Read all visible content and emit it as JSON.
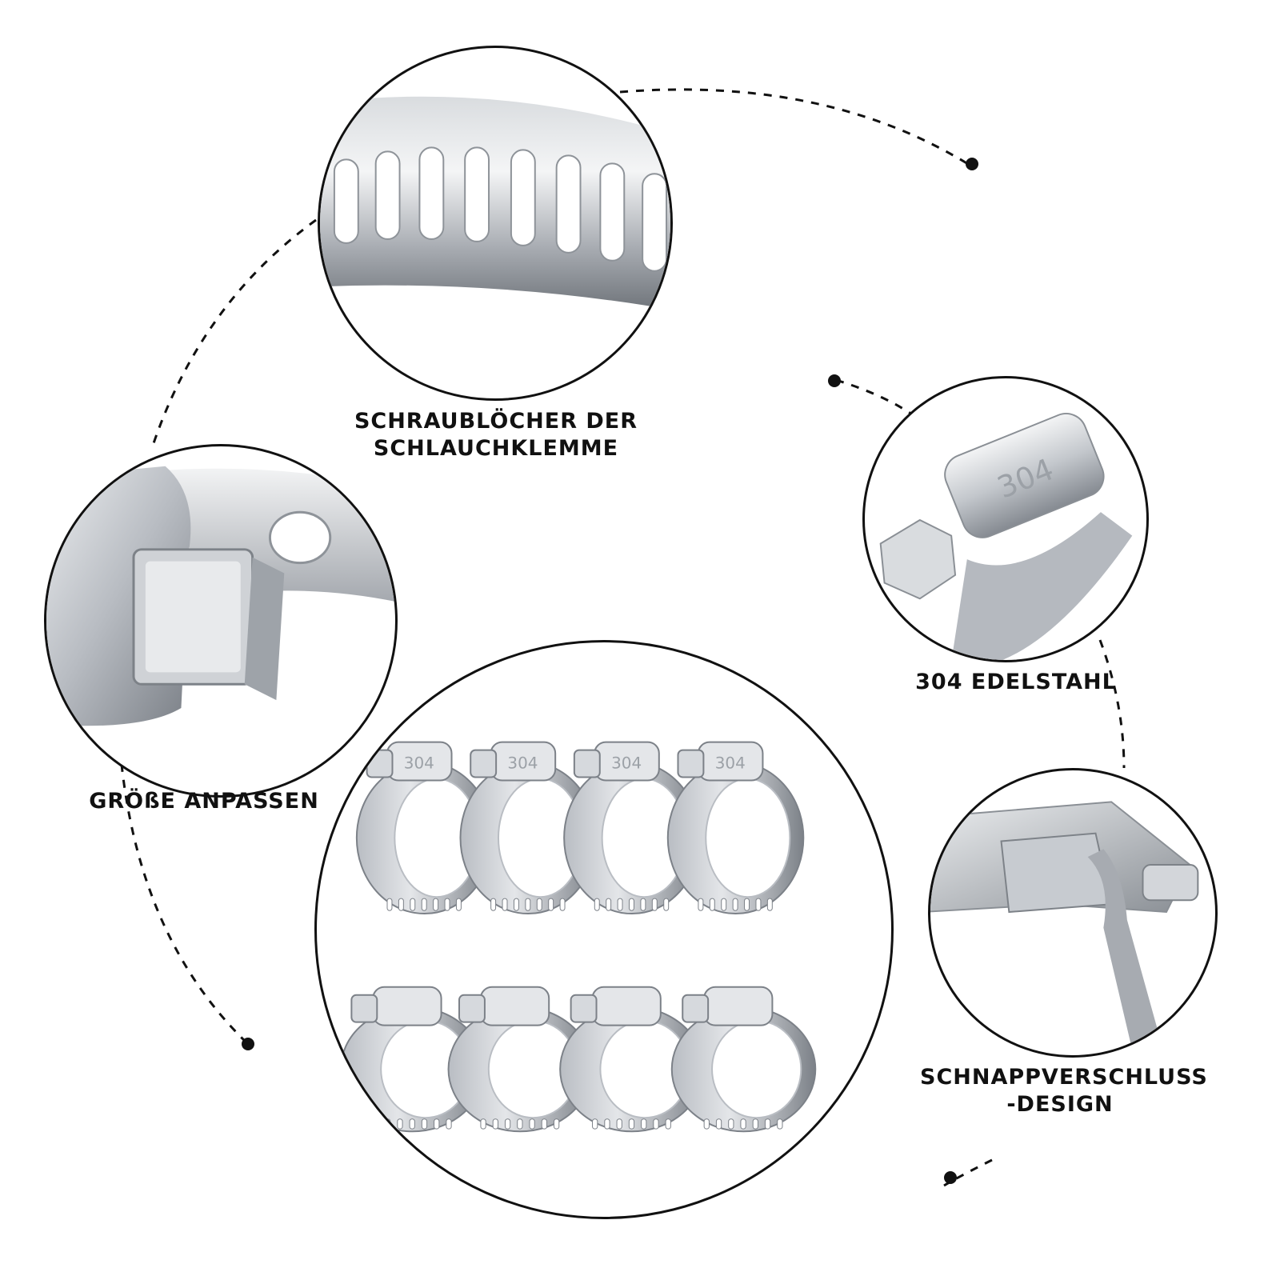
{
  "features": {
    "screw_holes": {
      "line1": "SCHRAUBLÖCHER DER",
      "line2": "SCHLAUCHKLEMME"
    },
    "adjust_size": {
      "label": "GRÖßE ANPASSEN"
    },
    "stainless": {
      "label": "304 EDELSTAHL",
      "stamp": "304"
    },
    "snap_lock": {
      "line1": "SCHNAPPVERSCHLUSS",
      "line2": "-DESIGN"
    }
  },
  "product": {
    "stamp": "304"
  },
  "colors": {
    "outline": "#111111",
    "steel_light": "#e4e6e9",
    "steel_mid": "#b9bdc3",
    "steel_dark": "#7c8188"
  },
  "icons": [
    "connector-dot-icon",
    "dashed-arc-icon"
  ]
}
